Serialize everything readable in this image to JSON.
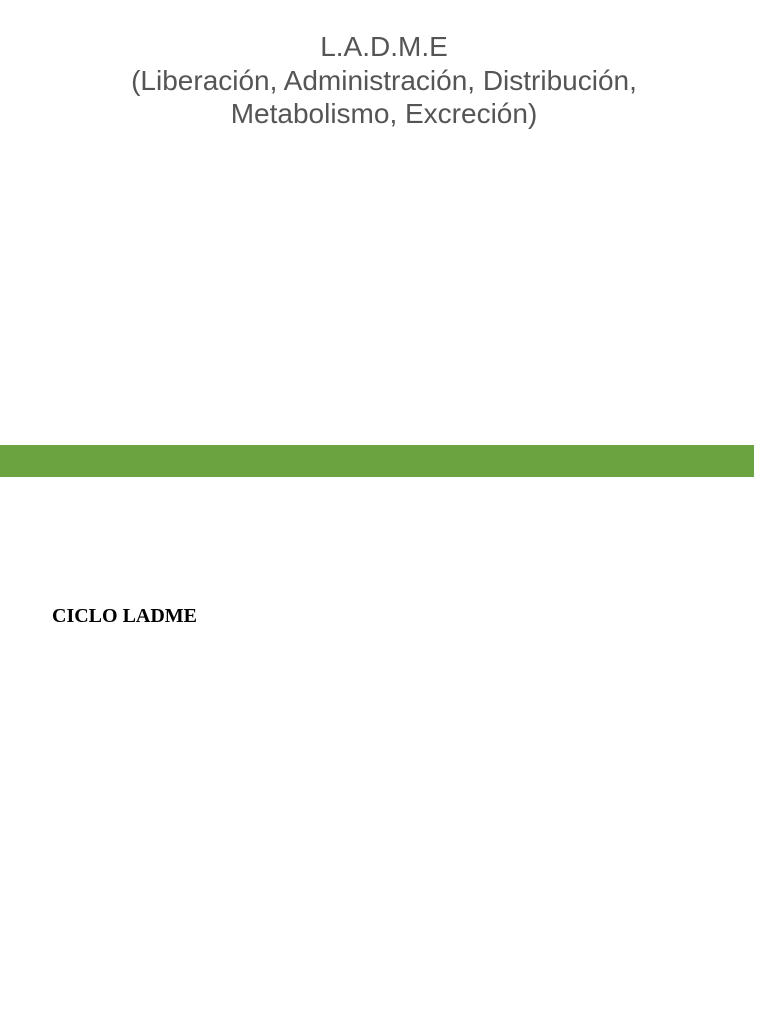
{
  "title": {
    "line1": "L.A.D.M.E",
    "line2": "(Liberación, Administración, Distribución,",
    "line3": "Metabolismo, Excreción)"
  },
  "slide2": {
    "heading": "CICLO LADME"
  }
}
